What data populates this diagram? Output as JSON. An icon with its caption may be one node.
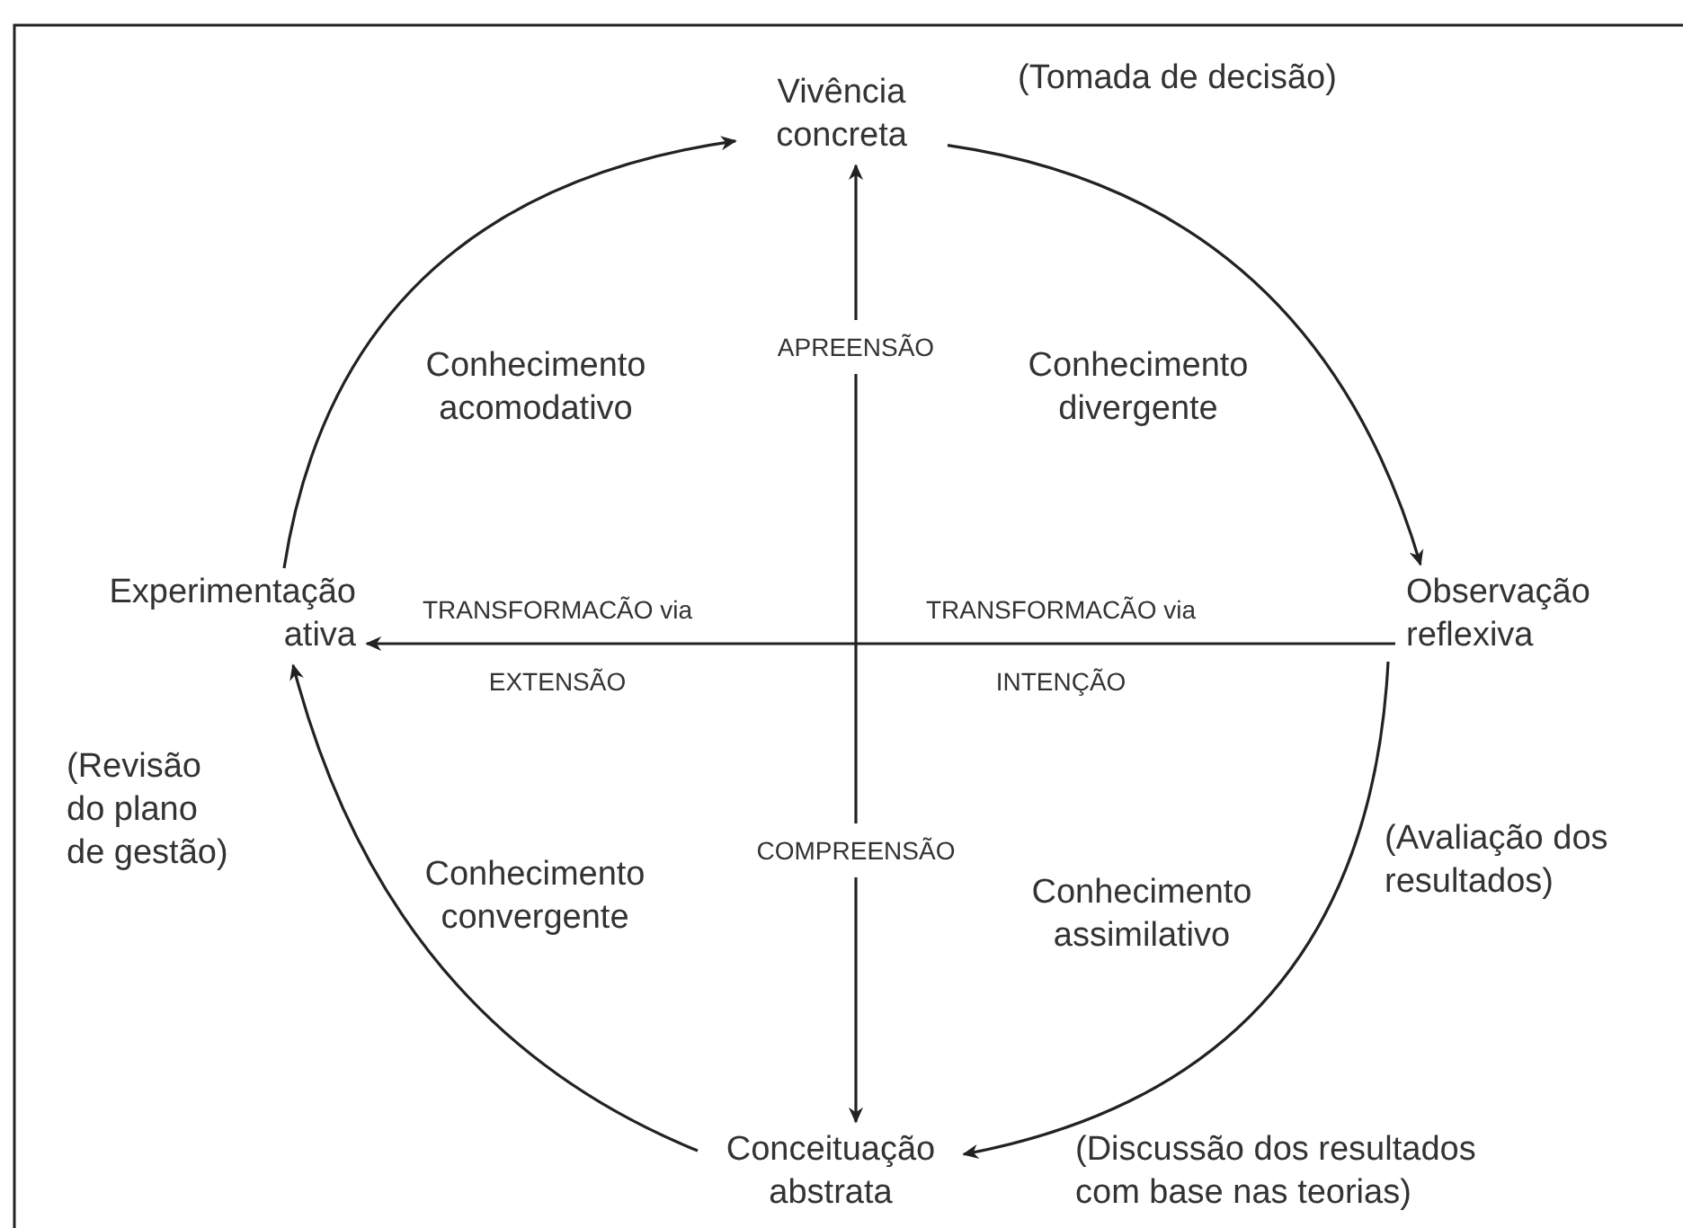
{
  "diagram": {
    "nodes": [
      {
        "text": [
          "Vivência concreta"
        ],
        "beside": [
          "(Tomada de decisão)"
        ]
      },
      {
        "text": [
          "Observação reflexiva"
        ]
      },
      {
        "text": [
          "Conceituação abstrata"
        ]
      },
      {
        "text": [
          "Experimentação ativa"
        ],
        "beside": [
          "(Revisão do plano de gestão)"
        ]
      }
    ],
    "edges": [
      {
        "from": 3,
        "to": 0,
        "arrow": "to"
      },
      {
        "from": 0,
        "to": 1,
        "arrow": "to"
      },
      {
        "from": 1,
        "to": 2,
        "arrow": "to"
      },
      {
        "from": 2,
        "to": 3,
        "arrow": "to"
      },
      {
        "from": 1,
        "to": 3,
        "arrow": "to"
      },
      {
        "from": 2,
        "to": 0,
        "arrow": "both"
      }
    ],
    "labels": [
      "APREENSÃO",
      "Conhecimento acomodativo",
      "Conhecimento divergente",
      "TRANSFORMACÃO via",
      "TRANSFORMACÃO via",
      "EXTENSÃO",
      "INTENÇÃO",
      "COMPREENSÃO",
      "Conhecimento convergente",
      "Conhecimento assimilativo",
      "(Avaliação dos resultados)",
      "(Discussão dos resultados com base nas teorias)"
    ]
  }
}
